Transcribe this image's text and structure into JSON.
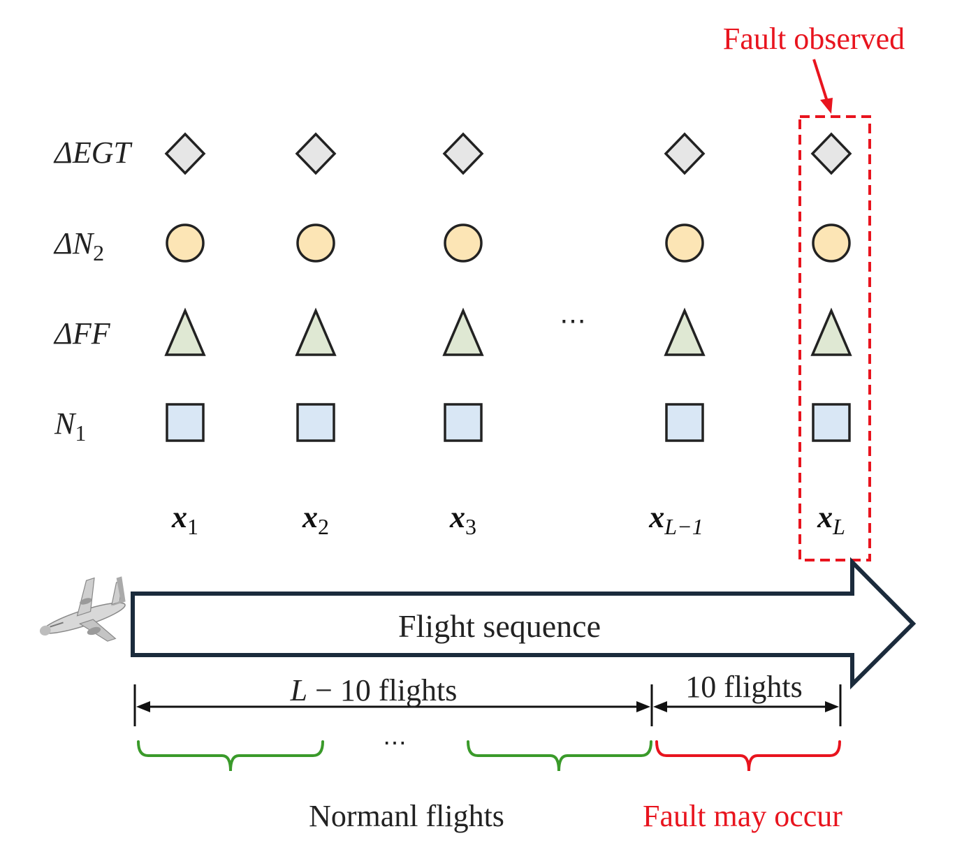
{
  "fault_observed_label": "Fault observed",
  "features": [
    {
      "id": "egt",
      "label_prefix": "ΔEGT",
      "label_sub": "",
      "shape": "diamond-icon",
      "fill": "#e6e6e6"
    },
    {
      "id": "n2",
      "label_prefix": "ΔN",
      "label_sub": "2",
      "shape": "circle-icon",
      "fill": "#fce5b5"
    },
    {
      "id": "ff",
      "label_prefix": "ΔFF",
      "label_sub": "",
      "shape": "triangle-icon",
      "fill": "#dfe8d3"
    },
    {
      "id": "n1",
      "label_prefix": "N",
      "label_sub": "1",
      "shape": "square-icon",
      "fill": "#d9e7f5"
    }
  ],
  "columns": [
    {
      "base": "x",
      "sub": "1"
    },
    {
      "base": "x",
      "sub": "2"
    },
    {
      "base": "x",
      "sub": "3"
    },
    {
      "base": "x",
      "sub": "L−1"
    },
    {
      "base": "x",
      "sub": "L"
    }
  ],
  "ellipsis": "⋯",
  "flight_sequence_label": "Flight sequence",
  "range_normal": {
    "prefix": "L",
    "text": " − 10 flights"
  },
  "range_fault": "10 flights",
  "normal_flights_label": "Normanl flights",
  "fault_may_occur_label": "Fault may occur",
  "colors": {
    "fault_red": "#e8141e",
    "arrow_outline": "#1b2b3c",
    "brace_green": "#3a9a2a",
    "brace_red": "#e8141e",
    "shape_stroke": "#222222"
  },
  "icons": {
    "airplane": "airplane-icon"
  }
}
